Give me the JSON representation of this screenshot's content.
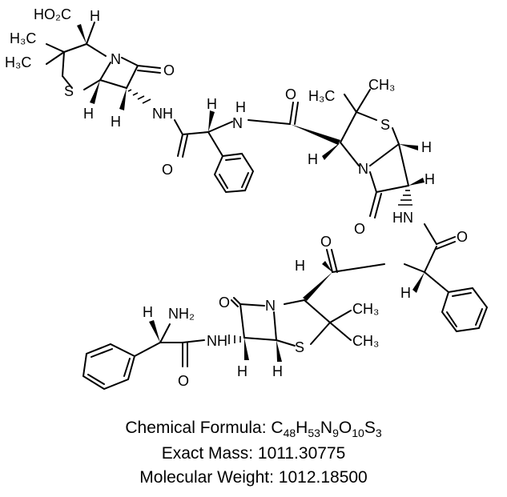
{
  "atoms": {
    "ho2c": "HO₂C",
    "h": "H",
    "h3c": "H₃C",
    "ch3": "CH₃",
    "n": "N",
    "o": "O",
    "s": "S",
    "nh": "NH",
    "hn": "HN",
    "nh2": "NH₂",
    "h_nh": "H",
    "n_letter": "N"
  },
  "caption": {
    "formula_label": "Chemical Formula: ",
    "formula_c": "C",
    "formula_c_n": "48",
    "formula_h": "H",
    "formula_h_n": "53",
    "formula_n": "N",
    "formula_n_n": "9",
    "formula_o": "O",
    "formula_o_n": "10",
    "formula_s": "S",
    "formula_s_n": "3",
    "exact_mass": "Exact Mass: 1011.30775",
    "molecular_weight": "Molecular Weight: 1012.18500"
  }
}
